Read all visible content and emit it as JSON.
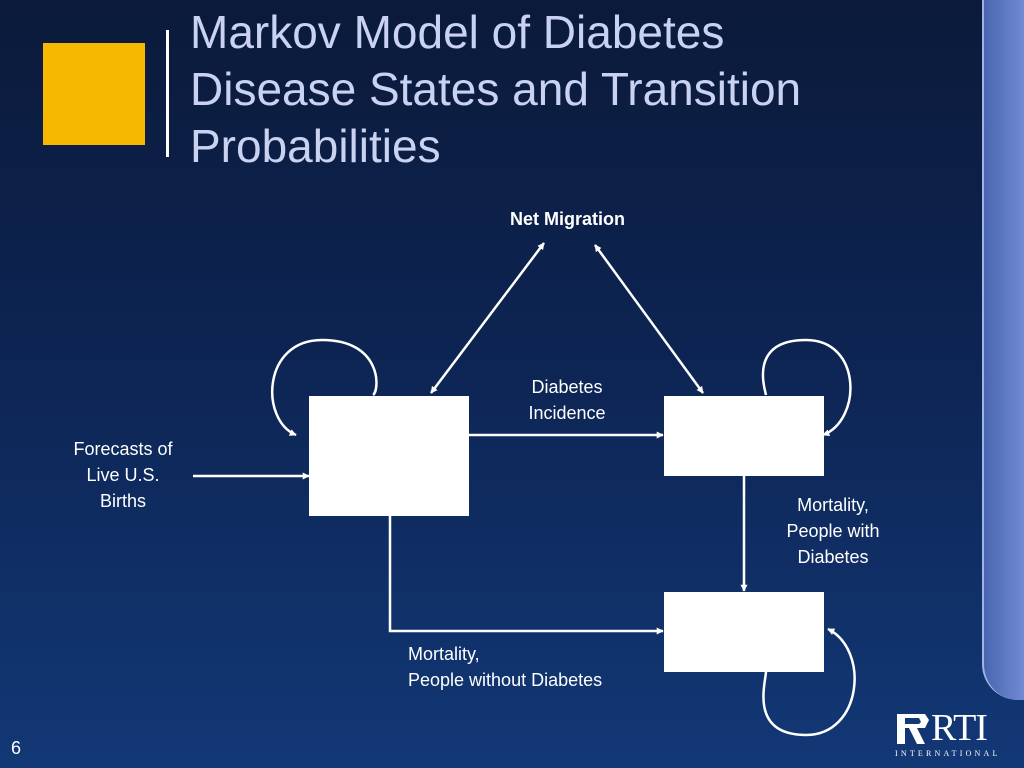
{
  "slide": {
    "title": "Markov Model of Diabetes\nDisease States and Transition\nProbabilities",
    "slide_number": "6",
    "accent_color": "#f6b800",
    "background_color": "#0d2452"
  },
  "diagram": {
    "net_migration_label": "Net Migration",
    "incidence_label": "Diabetes\nIncidence",
    "births_label": "Forecasts of\nLive U.S.\nBirths",
    "mortality_with_label": "Mortality,\nPeople with\nDiabetes",
    "mortality_without_label": "Mortality,\nPeople without Diabetes"
  },
  "logo": {
    "name": "RTI",
    "subtitle": "INTERNATIONAL"
  }
}
